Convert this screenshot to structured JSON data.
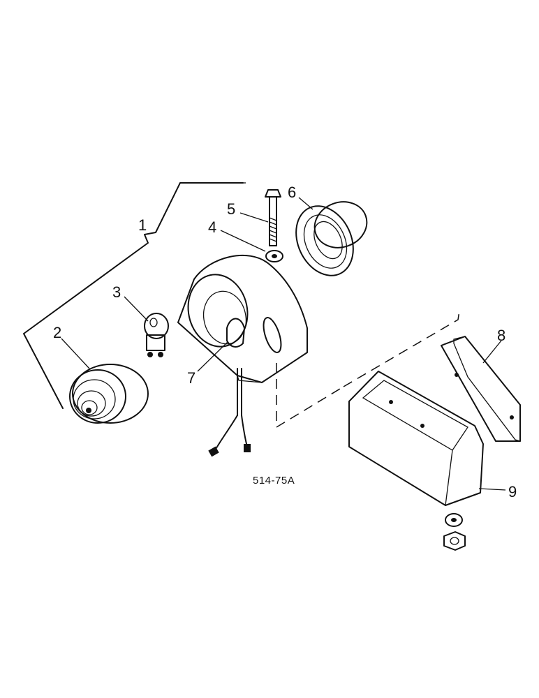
{
  "diagram": {
    "drawing_code": "514-75A",
    "callouts": [
      "1",
      "2",
      "3",
      "4",
      "5",
      "6",
      "7",
      "8",
      "9"
    ]
  },
  "colors": {
    "ink": "#111111",
    "paper": "#ffffff"
  }
}
